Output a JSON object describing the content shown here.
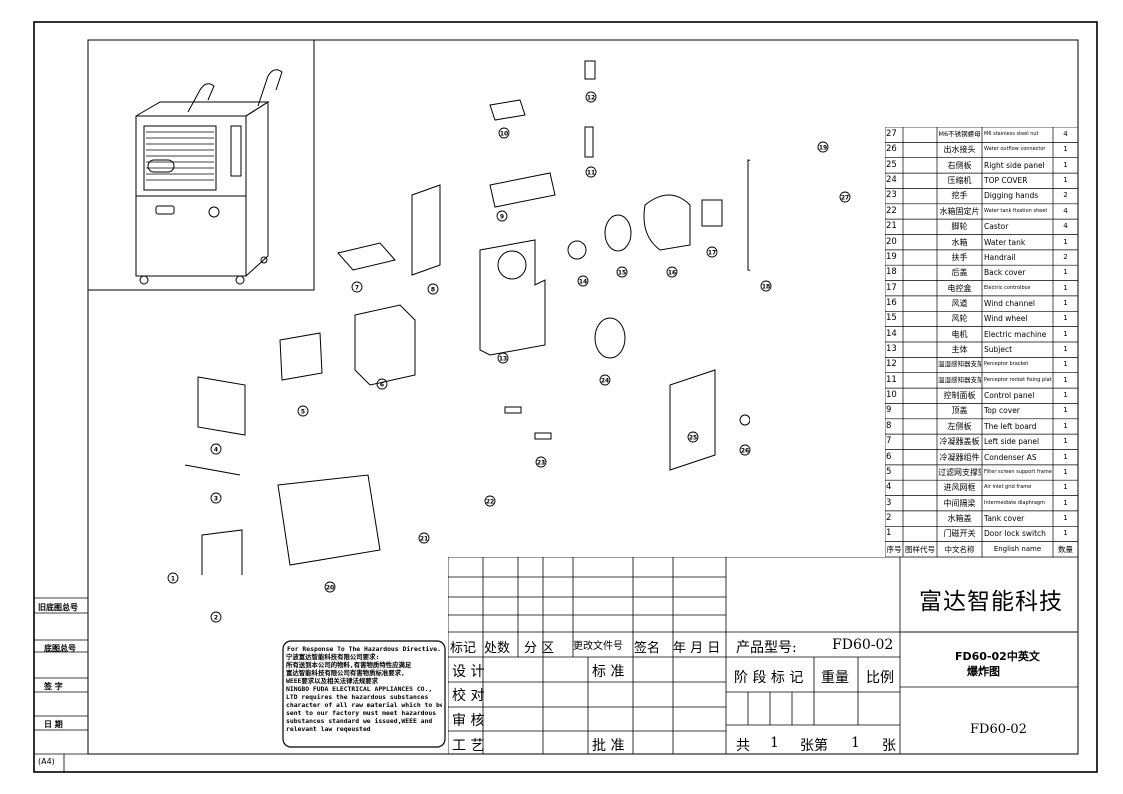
{
  "sheet": {
    "size_label": "(A4)"
  },
  "left_strip": {
    "old_base_no": "旧底图总号",
    "base_no": "底图总号",
    "signature": "签  字",
    "date": "日  期"
  },
  "parts_table": {
    "header": {
      "no": "序号",
      "drawing_code": "图样代号",
      "cn_name": "中文名称",
      "en_name": "English name",
      "qty": "数量"
    },
    "rows": [
      {
        "no": "27",
        "cn": "M6不锈钢螺母",
        "en": "M6 stainless steel nut",
        "qty": "4"
      },
      {
        "no": "26",
        "cn": "出水接头",
        "en": "Water outflow connector",
        "qty": "1"
      },
      {
        "no": "25",
        "cn": "右侧板",
        "en": "Right side panel",
        "qty": "1"
      },
      {
        "no": "24",
        "cn": "压缩机",
        "en": "TOP COVER",
        "qty": "1"
      },
      {
        "no": "23",
        "cn": "挖手",
        "en": "Digging hands",
        "qty": "2"
      },
      {
        "no": "22",
        "cn": "水箱固定片",
        "en": "Water tank fixation sheet",
        "qty": "4"
      },
      {
        "no": "21",
        "cn": "脚轮",
        "en": "Castor",
        "qty": "4"
      },
      {
        "no": "20",
        "cn": "水箱",
        "en": "Water tank",
        "qty": "1"
      },
      {
        "no": "19",
        "cn": "扶手",
        "en": "Handrail",
        "qty": "2"
      },
      {
        "no": "18",
        "cn": "后盖",
        "en": "Back cover",
        "qty": "1"
      },
      {
        "no": "17",
        "cn": "电控盒",
        "en": "Electric controlbox",
        "qty": "1"
      },
      {
        "no": "16",
        "cn": "风道",
        "en": "Wind channel",
        "qty": "1"
      },
      {
        "no": "15",
        "cn": "风轮",
        "en": "Wind wheel",
        "qty": "1"
      },
      {
        "no": "14",
        "cn": "电机",
        "en": "Electric machine",
        "qty": "1"
      },
      {
        "no": "13",
        "cn": "主体",
        "en": "Subject",
        "qty": "1"
      },
      {
        "no": "12",
        "cn": "温湿感知器支架",
        "en": "Perceptor bracket",
        "qty": "1"
      },
      {
        "no": "11",
        "cn": "温湿感知器支架固定板",
        "en": "Perceptor rocket fixing plate",
        "qty": "1"
      },
      {
        "no": "10",
        "cn": "控制面板",
        "en": "Control panel",
        "qty": "1"
      },
      {
        "no": "9",
        "cn": "顶盖",
        "en": "Top cover",
        "qty": "1"
      },
      {
        "no": "8",
        "cn": "左侧板",
        "en": "The left board",
        "qty": "1"
      },
      {
        "no": "7",
        "cn": "冷凝器盖板",
        "en": "Left side panel",
        "qty": "1"
      },
      {
        "no": "6",
        "cn": "冷凝器组件",
        "en": "Condenser AS",
        "qty": "1"
      },
      {
        "no": "5",
        "cn": "过滤网支撑架",
        "en": "Filter screen support frame",
        "qty": "1"
      },
      {
        "no": "4",
        "cn": "进风网框",
        "en": "Air inlet grid frame",
        "qty": "1"
      },
      {
        "no": "3",
        "cn": "中间隔梁",
        "en": "Intermediate diaphragm",
        "qty": "1"
      },
      {
        "no": "2",
        "cn": "水箱盖",
        "en": "Tank cover",
        "qty": "1"
      },
      {
        "no": "1",
        "cn": "门磁开关",
        "en": "Door lock switch",
        "qty": "1"
      }
    ]
  },
  "title_block": {
    "company": "富达智能科技",
    "rev_headers": [
      "标记",
      "处数",
      "分  区",
      "更改文件号",
      "签名",
      "年 月 日"
    ],
    "roles": [
      "设 计",
      "校 对",
      "审 核",
      "工 艺"
    ],
    "standard": "标 准",
    "approve": "批 准",
    "model_label": "产品型号:",
    "model": "FD60-02",
    "stage_label": "阶 段 标 记",
    "weight_label": "重量",
    "scale_label": "比例",
    "drawing_title_1": "FD60-02中英文",
    "drawing_title_2": "爆炸图",
    "drawing_no": "FD60-02",
    "sheets_total_label": "共",
    "sheets_total": "1",
    "sheet_label": "张第",
    "sheet_no": "1",
    "sheet_suffix": "张"
  },
  "hazard_note": [
    "For Response To The Hazardous Directive.",
    "宁波富达智能科技有限公司要求:",
    "所有送到本公司的物料,有害物质特性应满足",
    "富达智能科技有限公司有害物质标准要求,",
    "WEEE要求以及相关法律法规要求",
    "NINGBO FUDA ELECTRICAL APPLIANCES CO.,",
    "LTD requires the hazardous substances",
    "character of all raw material which to be",
    "sent to our factory must meet hazardous",
    "substances standard we issued,WEEE and",
    "relevant law reqeusted"
  ],
  "balloons": [
    "1",
    "2",
    "3",
    "4",
    "5",
    "6",
    "7",
    "8",
    "9",
    "10",
    "11",
    "12",
    "13",
    "14",
    "15",
    "16",
    "17",
    "18",
    "19",
    "20",
    "21",
    "22",
    "23",
    "24",
    "25",
    "26",
    "27"
  ]
}
